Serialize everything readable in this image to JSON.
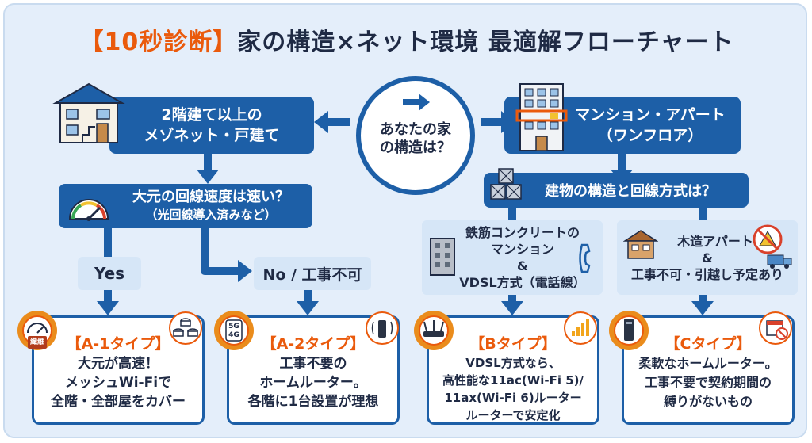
{
  "title": {
    "bracket": "【10秒診断】",
    "main": "家の構造×ネット環境 最適解フローチャート"
  },
  "center": {
    "line1": "あなたの家",
    "line2": "の構造は？"
  },
  "left": {
    "house_line1": "2階建て以上の",
    "house_line2": "メゾネット・戸建て",
    "speed_line1": "大元の回線速度は速い？",
    "speed_line2": "（光回線導入済みなど）",
    "yes": "Yes",
    "no": "No / 工事不可"
  },
  "right": {
    "mansion_line1": "マンション・アパート",
    "mansion_line2": "（ワンフロア）",
    "question": "建物の構造と回線方式は？",
    "rc_line1": "鉄筋コンクリートの",
    "rc_line2": "マンション",
    "rc_line3": "&",
    "rc_line4": "VDSL方式（電話線）",
    "wood_line1": "木造アパート",
    "wood_line2": "&",
    "wood_line3": "工事不可・引越し予定あり"
  },
  "cards": {
    "a1": {
      "title": "【A-1タイプ】",
      "l1": "大元が高速！",
      "l2": "メッシュWi-Fiで",
      "l3": "全階・全部屋をカバー",
      "badge": "繊維"
    },
    "a2": {
      "title": "【A-2タイプ】",
      "l1": "工事不要の",
      "l2": "ホームルーター。",
      "l3": "各階に1台設置が理想",
      "badge1": "5G",
      "badge2": "4G"
    },
    "b": {
      "title": "【Bタイプ】",
      "l1": "VDSL方式なら、",
      "l2": "高性能な11ac(Wi-Fi 5)/",
      "l3": "11ax(Wi-Fi 6)ルーター",
      "l4": "ルーターで安定化"
    },
    "c": {
      "title": "【Cタイプ】",
      "l1": "柔軟なホームルーター。",
      "l2": "工事不要で契約期間の",
      "l3": "縛りがないもの"
    }
  },
  "colors": {
    "navy": "#1d5fa7",
    "orange": "#ea5a0c",
    "pale": "#d6e6f7",
    "background": "#e4eefa"
  }
}
